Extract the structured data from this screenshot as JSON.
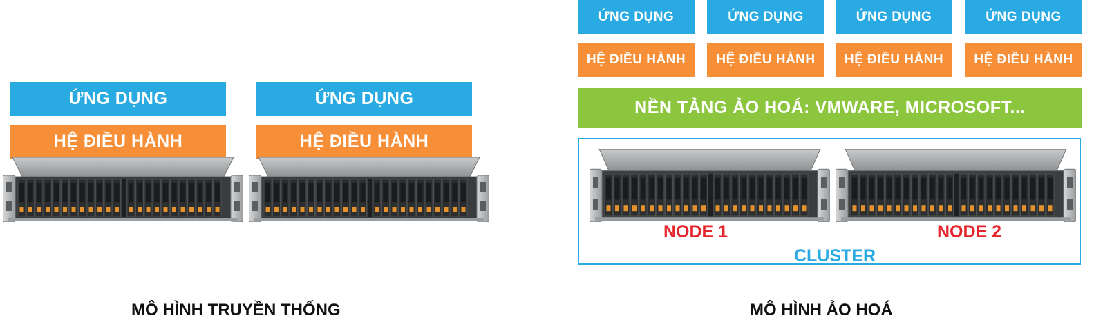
{
  "traditional": {
    "caption": "MÔ HÌNH TRUYỀN THỐNG",
    "stacks": [
      {
        "app": "ỨNG DỤNG",
        "os": "HỆ ĐIỀU HÀNH"
      },
      {
        "app": "ỨNG DỤNG",
        "os": "HỆ ĐIỀU HÀNH"
      }
    ]
  },
  "virtualized": {
    "caption": "MÔ HÌNH ẢO HOÁ",
    "vms": [
      {
        "app": "ỨNG DỤNG",
        "os": "HỆ ĐIỀU HÀNH"
      },
      {
        "app": "ỨNG DỤNG",
        "os": "HỆ ĐIỀU HÀNH"
      },
      {
        "app": "ỨNG DỤNG",
        "os": "HỆ ĐIỀU HÀNH"
      },
      {
        "app": "ỨNG DỤNG",
        "os": "HỆ ĐIỀU HÀNH"
      }
    ],
    "platform": "NỀN TẢNG ẢO HOÁ: VMWARE, MICROSOFT...",
    "nodes": [
      "NODE 1",
      "NODE 2"
    ],
    "cluster": "CLUSTER"
  },
  "colors": {
    "app": "#29aae2",
    "os": "#f68f37",
    "platform": "#8cc63f",
    "node_label": "#e5242b",
    "cluster_border": "#29aae2"
  },
  "icons": [
    "rack-server-icon"
  ]
}
